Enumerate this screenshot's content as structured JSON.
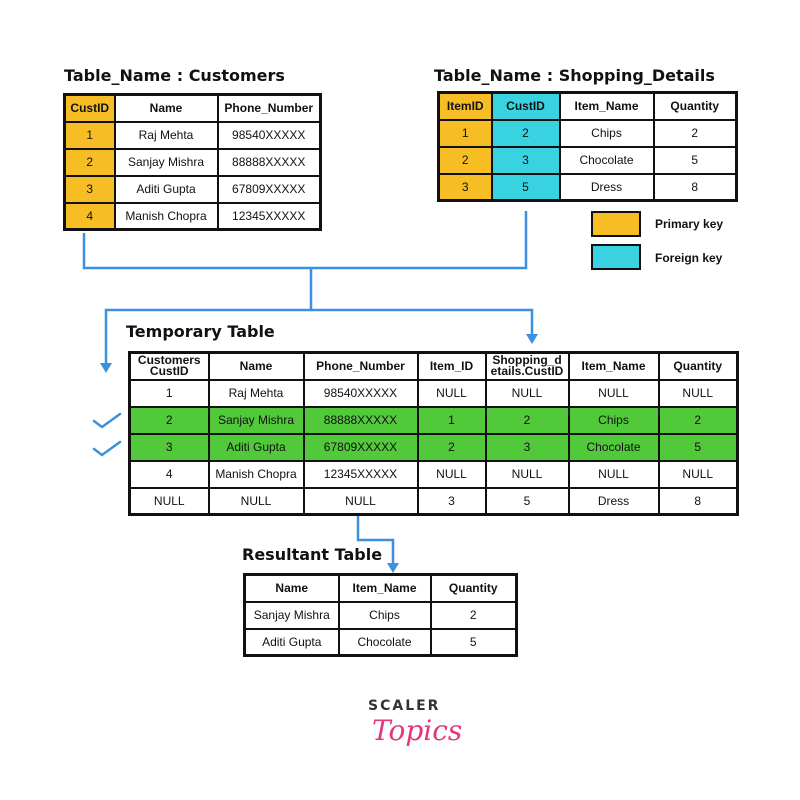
{
  "customers": {
    "title": "Table_Name : Customers",
    "headers": [
      "CustID",
      "Name",
      "Phone_Number"
    ],
    "rows": [
      [
        "1",
        "Raj Mehta",
        "98540XXXXX"
      ],
      [
        "2",
        "Sanjay Mishra",
        "88888XXXXX"
      ],
      [
        "3",
        "Aditi Gupta",
        "67809XXXXX"
      ],
      [
        "4",
        "Manish Chopra",
        "12345XXXXX"
      ]
    ]
  },
  "shopping": {
    "title": "Table_Name : Shopping_Details",
    "headers": [
      "ItemID",
      "CustID",
      "Item_Name",
      "Quantity"
    ],
    "rows": [
      [
        "1",
        "2",
        "Chips",
        "2"
      ],
      [
        "2",
        "3",
        "Chocolate",
        "5"
      ],
      [
        "3",
        "5",
        "Dress",
        "8"
      ]
    ]
  },
  "legend": {
    "primary_label": "Primary key",
    "foreign_label": "Foreign key",
    "primary_color": "#f6bd25",
    "foreign_color": "#38d2e0"
  },
  "temporary": {
    "title": "Temporary Table",
    "headers": [
      "Customers CustID",
      "Name",
      "Phone_Number",
      "Item_ID",
      "Shopping_details.CustID",
      "Item_Name",
      "Quantity"
    ],
    "header_lines": {
      "customers_custid": [
        "Customers",
        "CustID"
      ],
      "shopping_custid": [
        "Shopping_d",
        "etails.CustID"
      ]
    },
    "rows": [
      [
        "1",
        "Raj Mehta",
        "98540XXXXX",
        "NULL",
        "NULL",
        "NULL",
        "NULL"
      ],
      [
        "2",
        "Sanjay Mishra",
        "88888XXXXX",
        "1",
        "2",
        "Chips",
        "2"
      ],
      [
        "3",
        "Aditi Gupta",
        "67809XXXXX",
        "2",
        "3",
        "Chocolate",
        "5"
      ],
      [
        "4",
        "Manish Chopra",
        "12345XXXXX",
        "NULL",
        "NULL",
        "NULL",
        "NULL"
      ],
      [
        "NULL",
        "NULL",
        "NULL",
        "3",
        "5",
        "Dress",
        "8"
      ]
    ],
    "highlight_color": "#51c93a"
  },
  "resultant": {
    "title": "Resultant Table",
    "headers": [
      "Name",
      "Item_Name",
      "Quantity"
    ],
    "rows": [
      [
        "Sanjay Mishra",
        "Chips",
        "2"
      ],
      [
        "Aditi Gupta",
        "Chocolate",
        "5"
      ]
    ]
  },
  "logo": {
    "line1": "SCALER",
    "line2": "Topics"
  },
  "connector_color": "#3d8fe0"
}
